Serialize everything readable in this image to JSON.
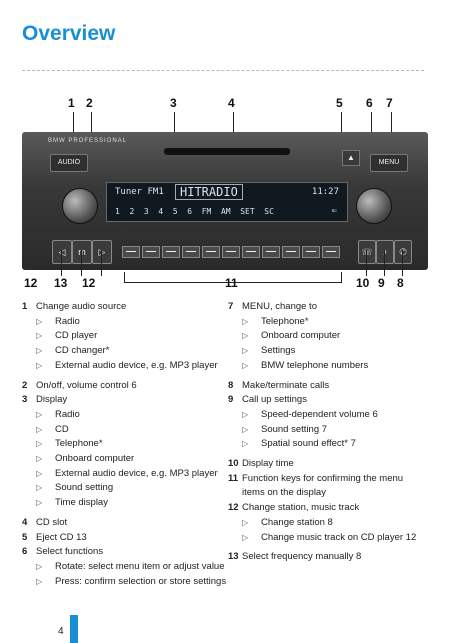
{
  "page": {
    "title": "Overview",
    "page_number": "4",
    "accent": "#1a8fd6"
  },
  "figure": {
    "top_numbers": [
      "1",
      "2",
      "3",
      "4",
      "5",
      "6",
      "7"
    ],
    "bottom_numbers": [
      "12",
      "13",
      "12",
      "11",
      "10",
      "9",
      "8"
    ],
    "radio": {
      "brand": "BMW PROFESSIONAL",
      "audio_label": "AUDIO",
      "menu_label": "MENU",
      "eject_glyph": "▲",
      "display": {
        "tuner": "Tuner FM1",
        "station": "HITRADIO",
        "time": "11:27",
        "softkeys": "1  2  3  4  5  6  FM  AM  SET  SC",
        "back": "⇐"
      },
      "buttons": {
        "prev": "◁",
        "mode": "m",
        "next": "▷",
        "phone": "☏",
        "note": "♪",
        "call": "✆"
      }
    }
  },
  "legend_left": [
    {
      "n": "1",
      "text": "Change audio source",
      "subs": [
        "Radio",
        "CD player",
        "CD changer*",
        "External audio device, e.g. MP3 player"
      ]
    },
    {
      "n": "2",
      "text": "On/off, volume control   6",
      "subs": []
    },
    {
      "n": "3",
      "text": "Display",
      "subs": [
        "Radio",
        "CD",
        "Telephone*",
        "Onboard computer",
        "External audio device, e.g. MP3 player",
        "Sound setting",
        "Time display"
      ]
    },
    {
      "n": "4",
      "text": "CD slot",
      "subs": []
    },
    {
      "n": "5",
      "text": "Eject CD   13",
      "subs": []
    },
    {
      "n": "6",
      "text": "Select functions",
      "subs": [
        "Rotate: select menu item or adjust value",
        "Press: confirm selection or store settings"
      ]
    }
  ],
  "legend_right": [
    {
      "n": "7",
      "text": "MENU, change to",
      "subs": [
        "Telephone*",
        "Onboard computer",
        "Settings",
        "BMW telephone numbers"
      ]
    },
    {
      "n": "8",
      "text": "Make/terminate calls",
      "subs": []
    },
    {
      "n": "9",
      "text": "Call up settings",
      "subs": [
        "Speed-dependent volume   6",
        "Sound setting   7",
        "Spatial sound effect*   7"
      ]
    },
    {
      "n": "10",
      "text": "Display time",
      "subs": []
    },
    {
      "n": "11",
      "text": "Function keys for confirming the menu items on the display",
      "subs": []
    },
    {
      "n": "12",
      "text": "Change station, music track",
      "subs": [
        "Change station   8",
        "Change music track on CD player   12"
      ]
    },
    {
      "n": "13",
      "text": "Select frequency manually   8",
      "subs": []
    }
  ]
}
